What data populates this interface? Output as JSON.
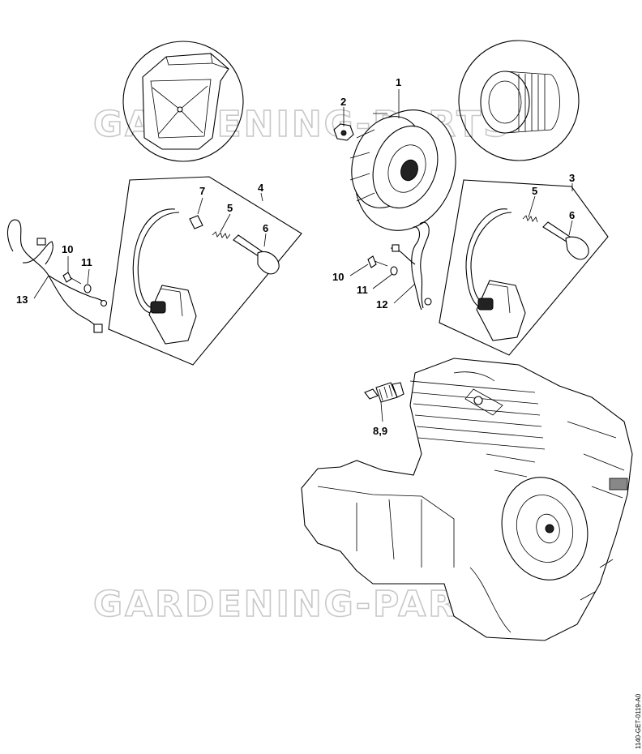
{
  "watermark": "GARDENING-PARTS",
  "doc_id": "1140-GET-0119-A0",
  "callouts": {
    "c1": "1",
    "c2": "2",
    "c3": "3",
    "c4": "4",
    "c5a": "5",
    "c5b": "5",
    "c6a": "6",
    "c6b": "6",
    "c7": "7",
    "c10a": "10",
    "c10b": "10",
    "c11a": "11",
    "c11b": "11",
    "c12": "12",
    "c13": "13",
    "c89": "8,9"
  }
}
